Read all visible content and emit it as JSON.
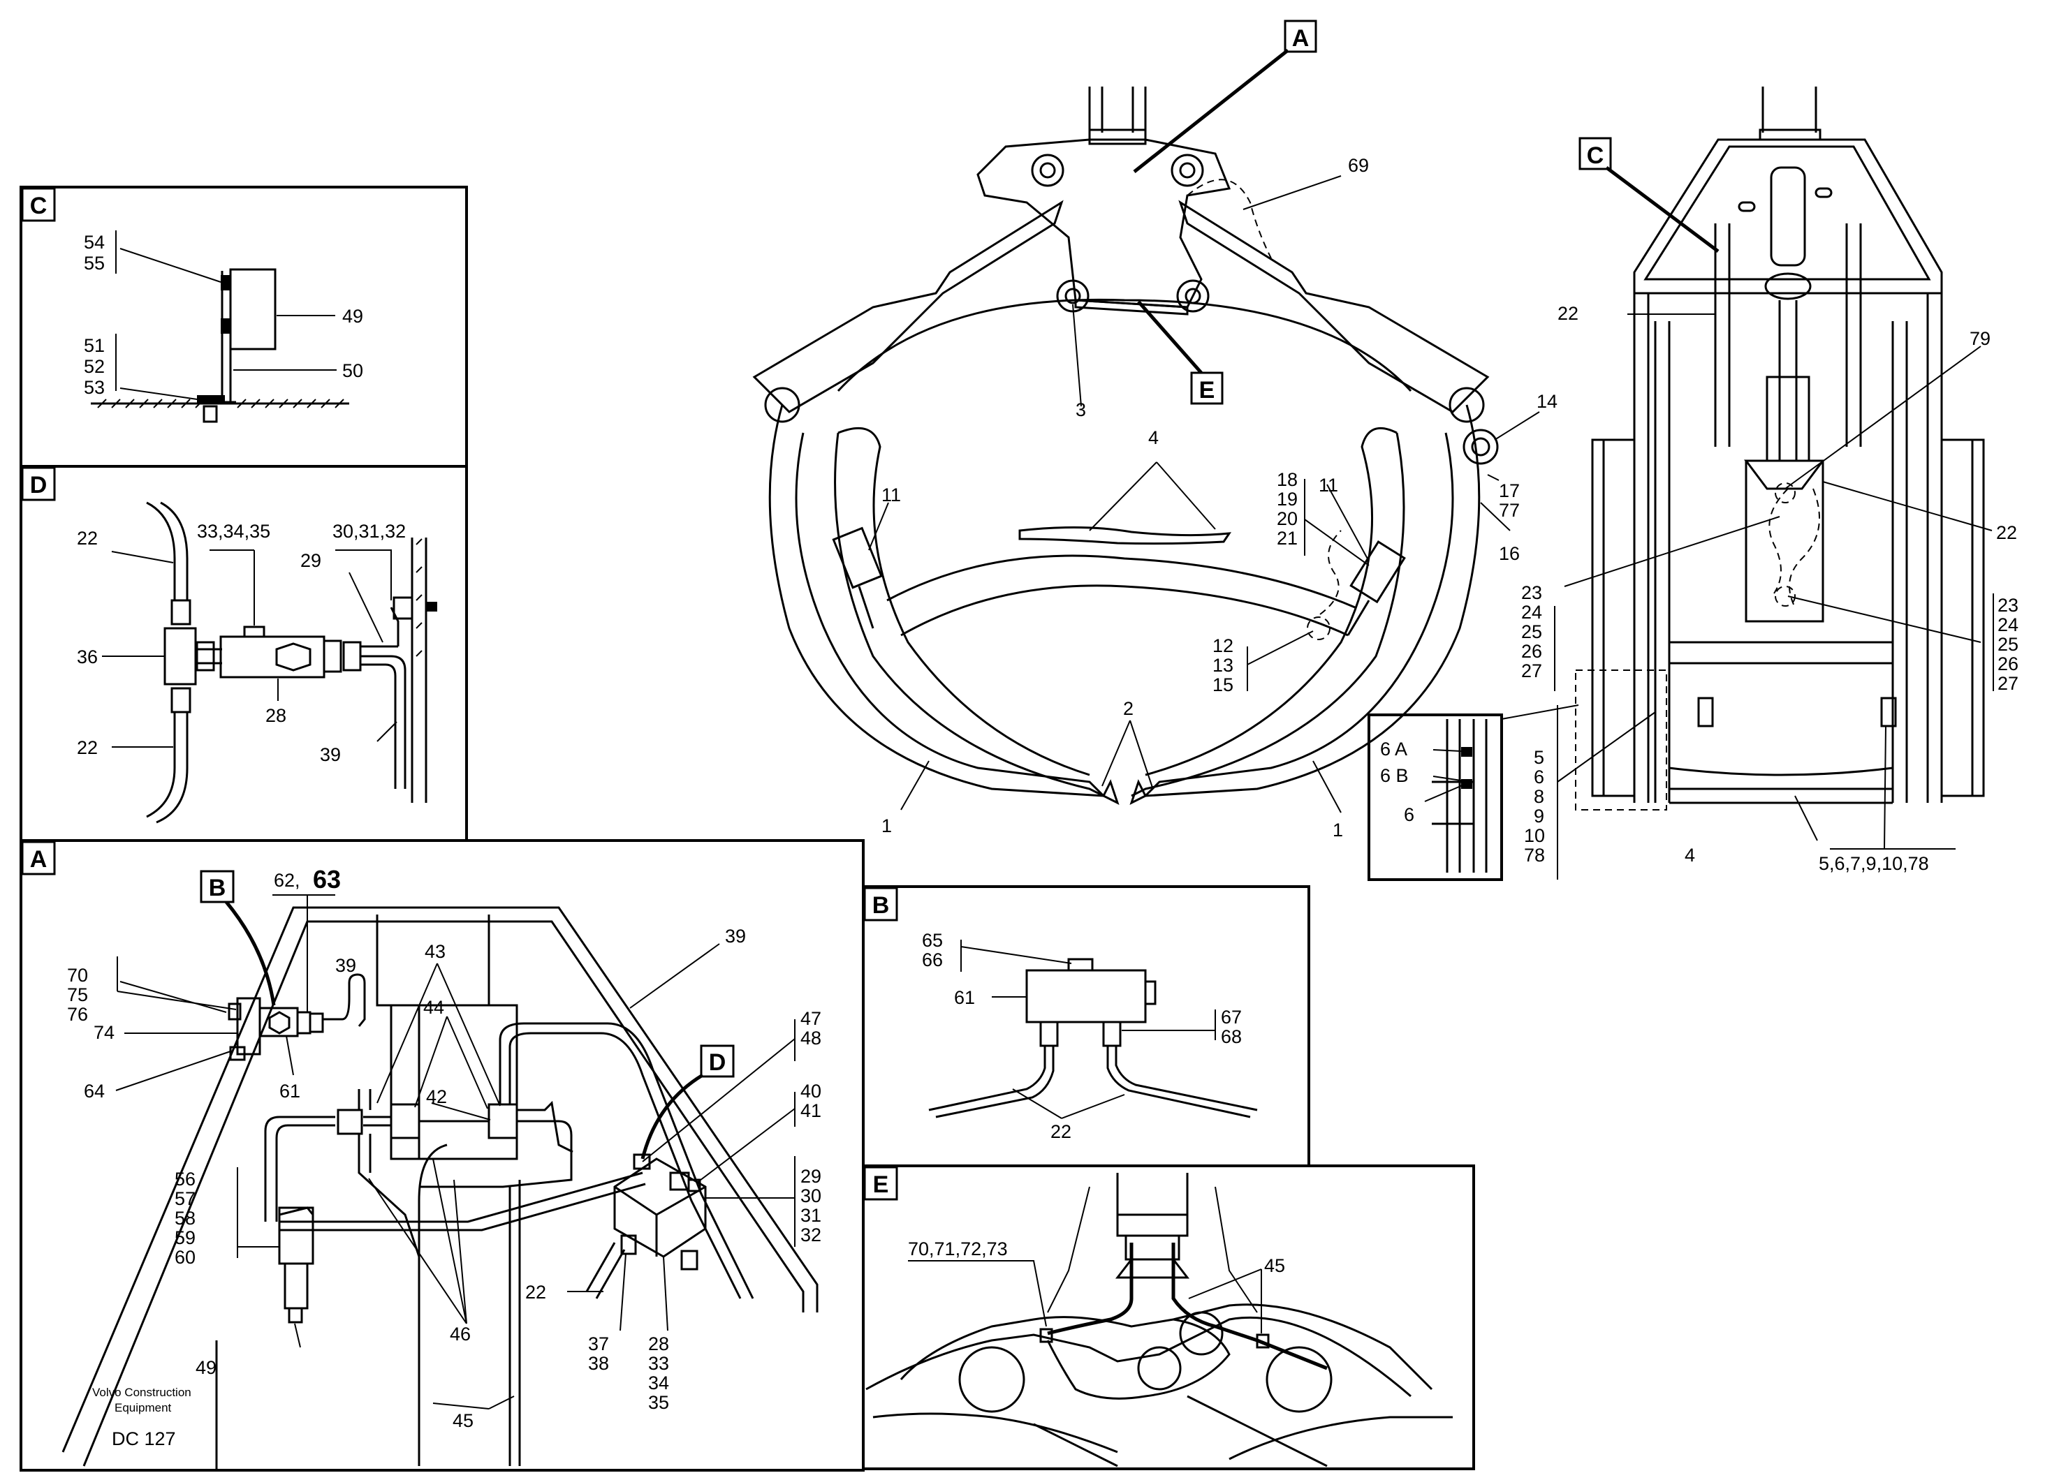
{
  "panels": {
    "C": {
      "tag": "C",
      "labels": {
        "l54": "54",
        "l55": "55",
        "l49": "49",
        "l51": "51",
        "l52": "52",
        "l53": "53",
        "l50": "50"
      }
    },
    "D": {
      "tag": "D",
      "labels": {
        "l22a": "22",
        "l333435": "33,34,35",
        "l303132": "30,31,32",
        "l29": "29",
        "l36": "36",
        "l28": "28",
        "l22b": "22",
        "l39": "39"
      }
    },
    "A": {
      "tag": "A",
      "callout_b": "B",
      "callout_d": "D",
      "labels": {
        "l6263": "62,",
        "l63big": "63",
        "l70": "70",
        "l75": "75",
        "l76": "76",
        "l39a": "39",
        "l43": "43",
        "l39b": "39",
        "l47": "47",
        "l48": "48",
        "l74": "74",
        "l44": "44",
        "l64": "64",
        "l61": "61",
        "l42": "42",
        "l40": "40",
        "l41": "41",
        "l29": "29",
        "l30": "30",
        "l31": "31",
        "l32": "32",
        "l56": "56",
        "l57": "57",
        "l58": "58",
        "l59": "59",
        "l60": "60",
        "l22": "22",
        "l46": "46",
        "l49": "49",
        "l37": "37",
        "l38": "38",
        "l28": "28",
        "l33": "33",
        "l34": "34",
        "l35": "35",
        "l45": "45"
      },
      "footer": {
        "maker_line1": "Volvo Construction",
        "maker_line2": "Equipment",
        "code": "DC 127"
      }
    },
    "B": {
      "tag": "B",
      "labels": {
        "l65": "65",
        "l66": "66",
        "l61": "61",
        "l67": "67",
        "l68": "68",
        "l22": "22"
      }
    },
    "E": {
      "tag": "E",
      "labels": {
        "l70717273": "70,71,72,73",
        "l45": "45"
      }
    }
  },
  "main_view": {
    "callout_a": "A",
    "callout_e": "E",
    "labels": {
      "l69": "69",
      "l14": "14",
      "l3": "3",
      "l4": "4",
      "l18": "18",
      "l19": "19",
      "l20": "20",
      "l21": "21",
      "l11a": "11",
      "l11b": "11",
      "l17": "17",
      "l77": "77",
      "l16": "16",
      "l12": "12",
      "l13": "13",
      "l15": "15",
      "l2": "2",
      "l1a": "1",
      "l1b": "1"
    }
  },
  "side_view": {
    "callout_c": "C",
    "labels": {
      "l22a": "22",
      "l79": "79",
      "l22b": "22",
      "l23a": "23",
      "l24a": "24",
      "l25a": "25",
      "l26a": "26",
      "l27a": "27",
      "l23b": "23",
      "l24b": "24",
      "l25b": "25",
      "l26b": "26",
      "l27b": "27",
      "l6a": "6 A",
      "l6b": "6 B",
      "l6": "6",
      "l5": "5",
      "l6c": "6",
      "l8": "8",
      "l9": "9",
      "l10": "10",
      "l78": "78",
      "l4": "4",
      "l567": "5,6,7,9,10,78"
    }
  }
}
